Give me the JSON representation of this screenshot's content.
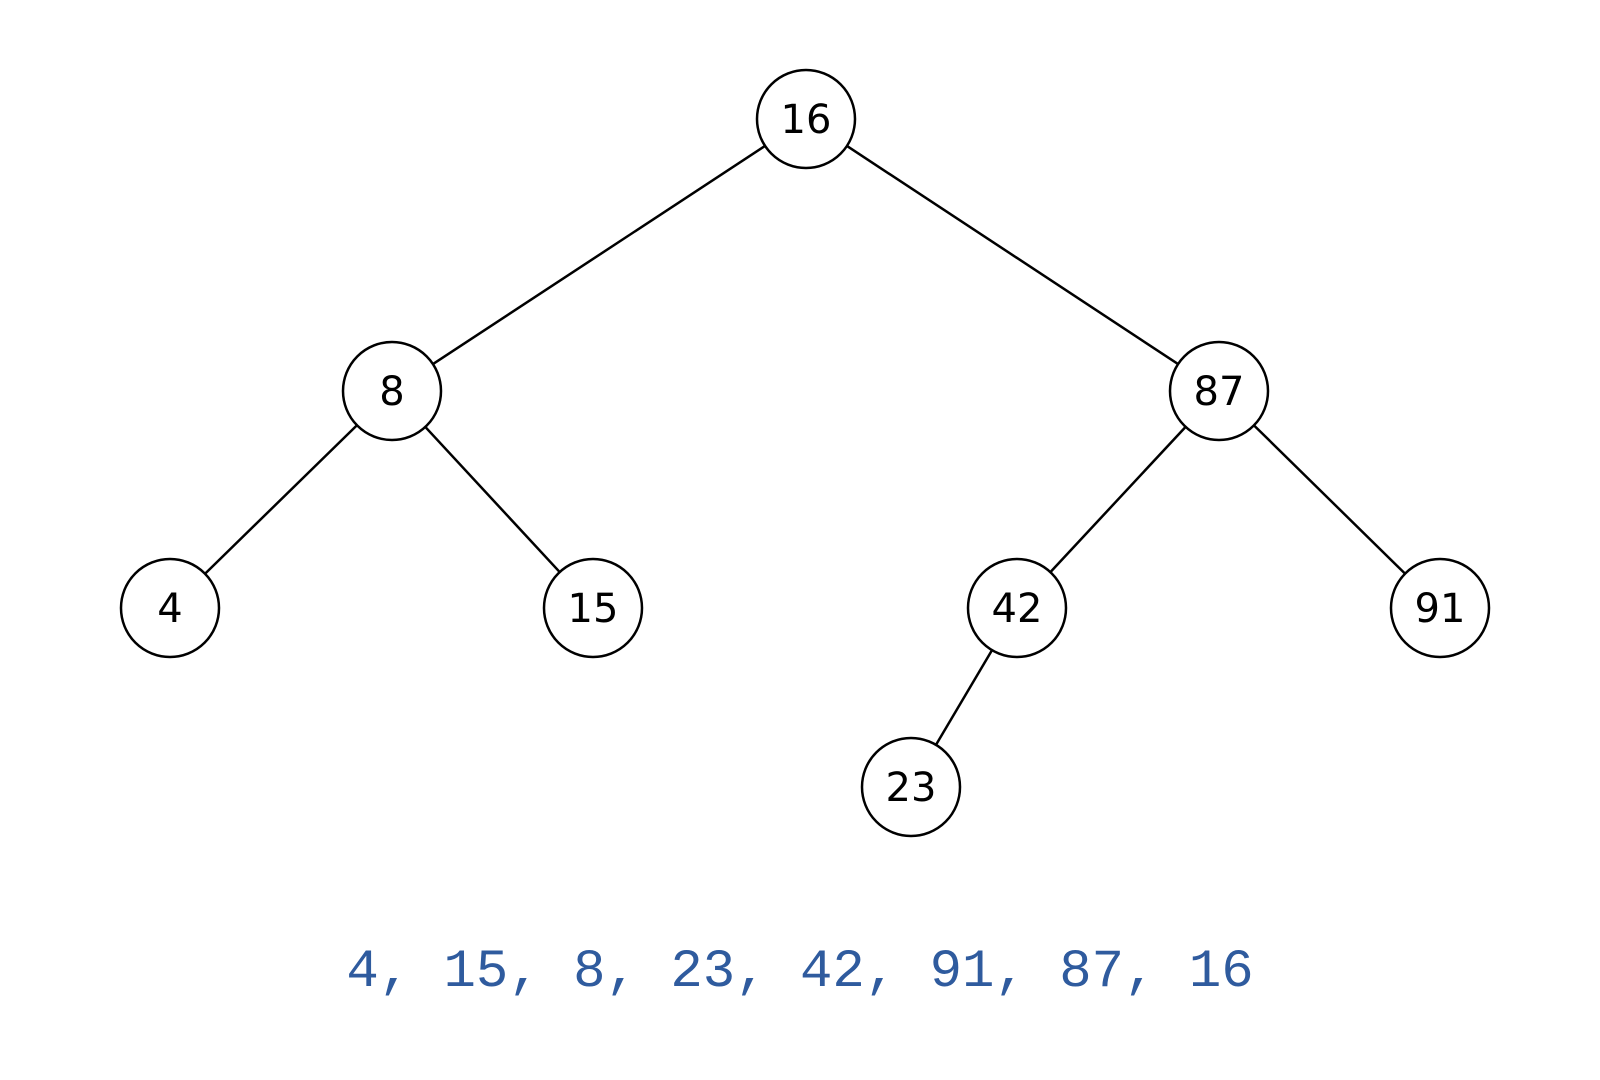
{
  "diagram": {
    "nodes": [
      {
        "id": "n16",
        "value": "16"
      },
      {
        "id": "n8",
        "value": "8"
      },
      {
        "id": "n87",
        "value": "87"
      },
      {
        "id": "n4",
        "value": "4"
      },
      {
        "id": "n15",
        "value": "15"
      },
      {
        "id": "n42",
        "value": "42"
      },
      {
        "id": "n91",
        "value": "91"
      },
      {
        "id": "n23",
        "value": "23"
      }
    ],
    "edges": [
      {
        "from": "n16",
        "to": "n8"
      },
      {
        "from": "n16",
        "to": "n87"
      },
      {
        "from": "n8",
        "to": "n4"
      },
      {
        "from": "n8",
        "to": "n15"
      },
      {
        "from": "n87",
        "to": "n42"
      },
      {
        "from": "n87",
        "to": "n91"
      },
      {
        "from": "n42",
        "to": "n23"
      }
    ],
    "sequence_text": "4, 15, 8, 23, 42, 91, 87, 16"
  },
  "colors": {
    "stroke": "#000000",
    "node_fill": "#ffffff",
    "sequence": "#2f5b9e"
  }
}
